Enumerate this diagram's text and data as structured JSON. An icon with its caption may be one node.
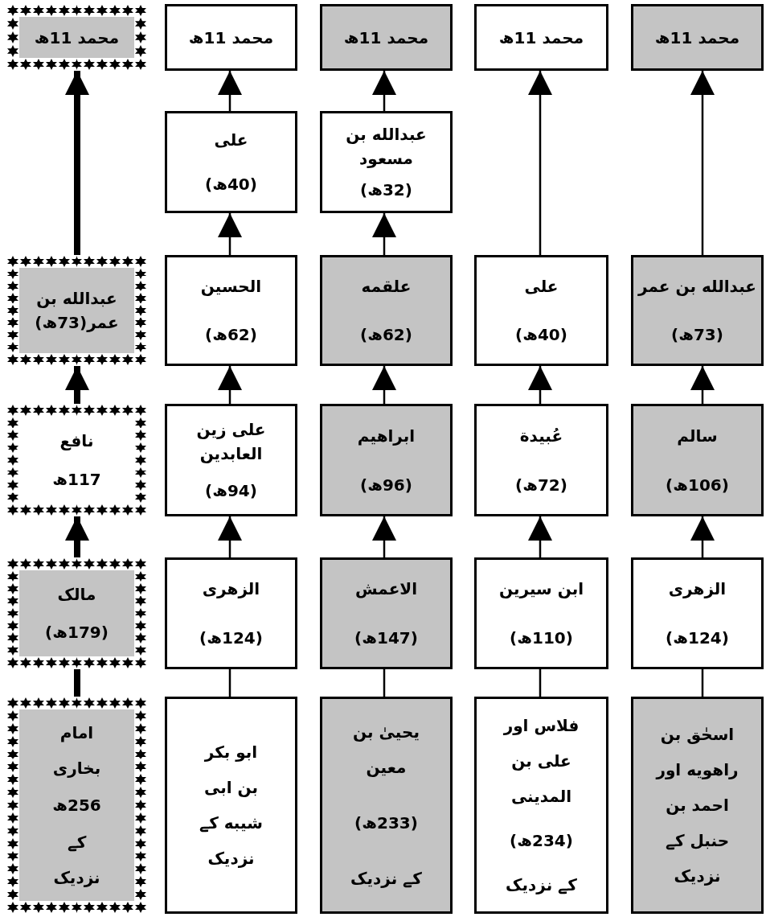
{
  "diagram": {
    "nodes": [
      {
        "text": [
          "محمد 11ھ"
        ]
      },
      {
        "text": [
          "محمد 11ھ"
        ]
      },
      {
        "text": [
          "محمد 11ھ"
        ]
      },
      {
        "text": [
          "محمد 11ھ"
        ]
      },
      {
        "text": [
          "محمد 11ھ"
        ]
      },
      {
        "text": [
          "علی",
          "(40ھ)"
        ]
      },
      {
        "text": [
          "عبدالله بن مسعود",
          "(32ھ)"
        ]
      },
      {
        "text": [
          "عبدالله بن عمر(73ھ)"
        ]
      },
      {
        "text": [
          "الحسین",
          "(62ھ)"
        ]
      },
      {
        "text": [
          "علقمه",
          "(62ھ)"
        ]
      },
      {
        "text": [
          "علی",
          "(40ھ)"
        ]
      },
      {
        "text": [
          "عبدالله بن عمر",
          "(73ھ)"
        ]
      },
      {
        "text": [
          "نافع",
          "117ھ"
        ]
      },
      {
        "text": [
          "علی زین العابدین",
          "(94ھ)"
        ]
      },
      {
        "text": [
          "ابراھیم",
          "(96ھ)"
        ]
      },
      {
        "text": [
          "عُبیدة",
          "(72ھ)"
        ]
      },
      {
        "text": [
          "سالم",
          "(106ھ)"
        ]
      },
      {
        "text": [
          "مالک",
          "(179ھ)"
        ]
      },
      {
        "text": [
          "الزھری",
          "(124ھ)"
        ]
      },
      {
        "text": [
          "الاعمش",
          "(147ھ)"
        ]
      },
      {
        "text": [
          "ابن سیرین",
          "(110ھ)"
        ]
      },
      {
        "text": [
          "الزھری",
          "(124ھ)"
        ]
      },
      {
        "text": [
          "امام بخاری",
          "256ھ",
          "کے نزدیک"
        ]
      },
      {
        "text": [
          "ابو بکر بن ابی شیبه کے نزدیک"
        ]
      },
      {
        "text": [
          "یحییٰ بن معین",
          "(233ھ)",
          "کے نزدیک"
        ]
      },
      {
        "text": [
          "فلاس اور علی بن المدینی",
          "(234ھ)",
          "کے نزدیک"
        ]
      },
      {
        "text": [
          "اسحٰق بن راهویه اور احمد بن حنبل کے نزدیک"
        ]
      }
    ],
    "edges": [
      {
        "from": 22,
        "to": 17,
        "arrow": "none",
        "style": "thick"
      },
      {
        "from": 17,
        "to": 12,
        "arrow": "to",
        "style": "thick"
      },
      {
        "from": 12,
        "to": 7,
        "arrow": "to",
        "style": "thick"
      },
      {
        "from": 7,
        "to": 0,
        "arrow": "to",
        "style": "thick"
      },
      {
        "from": 23,
        "to": 18,
        "arrow": "none"
      },
      {
        "from": 18,
        "to": 13,
        "arrow": "to"
      },
      {
        "from": 13,
        "to": 8,
        "arrow": "to"
      },
      {
        "from": 8,
        "to": 5,
        "arrow": "to"
      },
      {
        "from": 5,
        "to": 1,
        "arrow": "to"
      },
      {
        "from": 24,
        "to": 19,
        "arrow": "none"
      },
      {
        "from": 19,
        "to": 14,
        "arrow": "to"
      },
      {
        "from": 14,
        "to": 9,
        "arrow": "to"
      },
      {
        "from": 9,
        "to": 6,
        "arrow": "to"
      },
      {
        "from": 6,
        "to": 2,
        "arrow": "to"
      },
      {
        "from": 25,
        "to": 20,
        "arrow": "none"
      },
      {
        "from": 20,
        "to": 15,
        "arrow": "to"
      },
      {
        "from": 15,
        "to": 10,
        "arrow": "to"
      },
      {
        "from": 10,
        "to": 3,
        "arrow": "to"
      },
      {
        "from": 26,
        "to": 21,
        "arrow": "none"
      },
      {
        "from": 21,
        "to": 16,
        "arrow": "to"
      },
      {
        "from": 16,
        "to": 11,
        "arrow": "to"
      },
      {
        "from": 11,
        "to": 4,
        "arrow": "to"
      }
    ]
  }
}
